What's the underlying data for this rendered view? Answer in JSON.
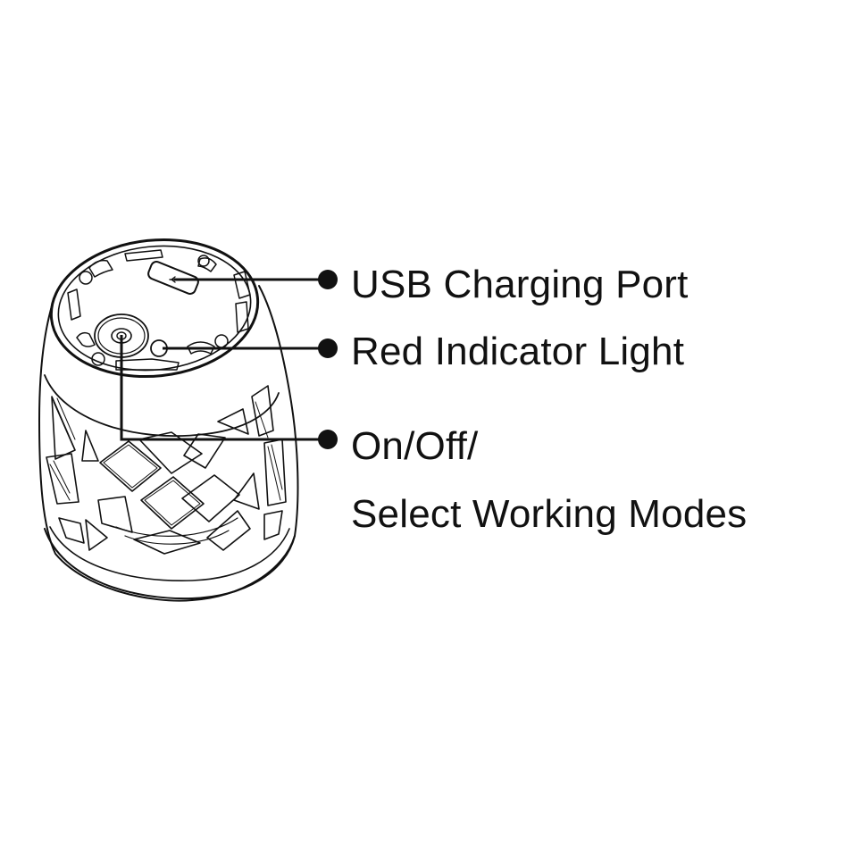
{
  "diagram": {
    "subject": "lamp-top-view-line-drawing",
    "line_color": "#111111",
    "background": "#ffffff",
    "callouts": [
      {
        "id": "usb",
        "label": "USB Charging Port",
        "dot": [
          367,
          313
        ],
        "line_to": [
          195,
          313
        ]
      },
      {
        "id": "indicator",
        "label": "Red Indicator Light",
        "dot": [
          367,
          390
        ],
        "line_to": [
          182,
          390
        ]
      },
      {
        "id": "power",
        "label_line1": "On/Off/",
        "label_line2": "Select Working Modes",
        "dot": [
          367,
          492
        ],
        "elbow": [
          136,
          492
        ],
        "line_to": [
          136,
          375
        ]
      }
    ]
  }
}
